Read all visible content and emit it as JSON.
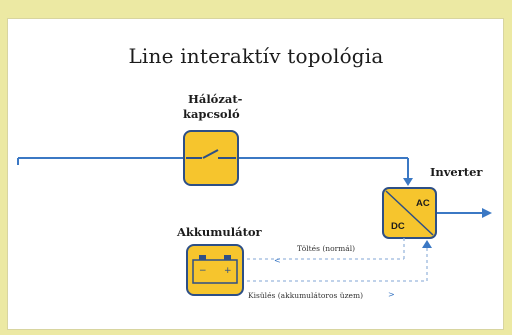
{
  "title": "Line interaktív topológia",
  "switch_label": [
    "Hálózat-",
    "kapcsoló"
  ],
  "inverter_label": "Inverter",
  "battery_label": "Akkumulátor",
  "inverter_box": {
    "ac": "AC",
    "dc": "DC"
  },
  "battery_box": {
    "minus": "−",
    "plus": "+"
  },
  "charge_label": "Töltés (normál)",
  "charge_arrow": "<",
  "discharge_label": "Kisülés (akkumulátoros üzem)",
  "discharge_arrow": ">",
  "colors": {
    "background": "#ece9a3",
    "line": "#3b78c4",
    "dashed": "#9bb8dd",
    "block_fill": "#f6c52d",
    "block_stroke": "#2d4f86"
  }
}
